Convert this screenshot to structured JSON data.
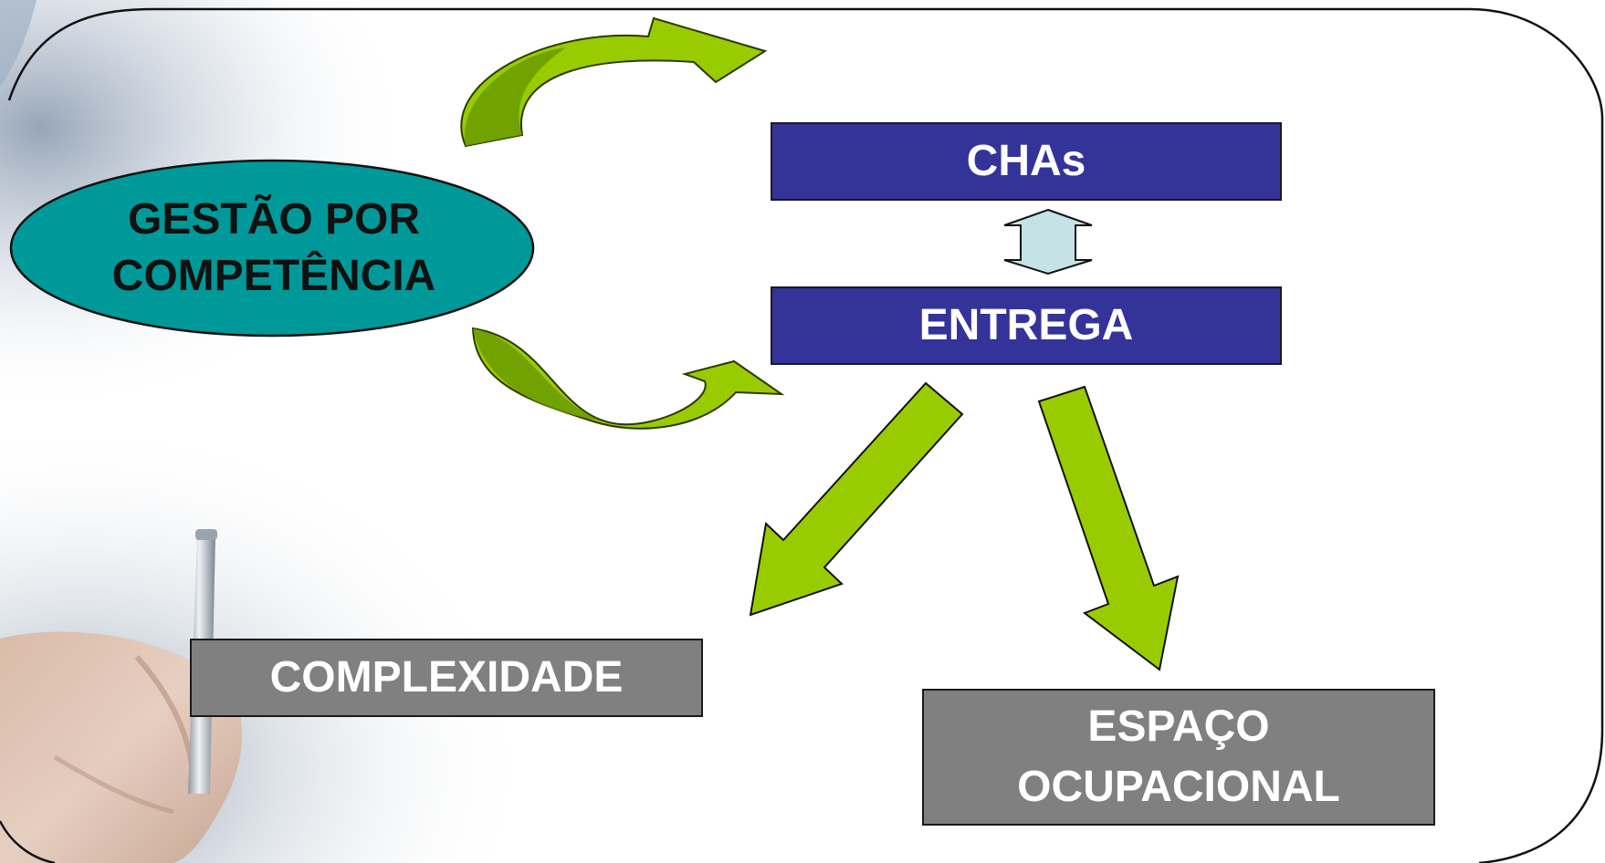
{
  "diagram": {
    "main_concept": "GESTÃO POR COMPETÊNCIA",
    "main_concept_lines": [
      "GESTÃO POR",
      "COMPETÊNCIA"
    ],
    "chas_label": "CHAs",
    "entrega_label": "ENTREGA",
    "complexidade_label": "COMPLEXIDADE",
    "espaco_lines": [
      "ESPAÇO",
      "OCUPACIONAL"
    ]
  },
  "colors": {
    "ellipse_fill": "#009999",
    "blue_box": "#333399",
    "grey_box": "#808080",
    "arrow_green": "#99cc00",
    "arrow_green_dark": "#6b9a00",
    "double_arrow": "#c5e3e6"
  }
}
